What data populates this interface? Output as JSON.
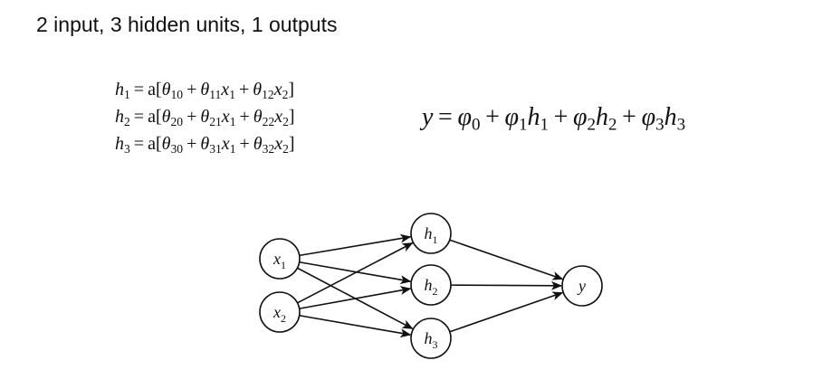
{
  "title": "2 input, 3 hidden units, 1 outputs",
  "hidden_equations": [
    {
      "lhs_var": "h",
      "lhs_sub": "1",
      "fn": "a",
      "terms": [
        {
          "coef": "θ",
          "coef_sub": "10"
        },
        {
          "coef": "θ",
          "coef_sub": "11",
          "var": "x",
          "var_sub": "1"
        },
        {
          "coef": "θ",
          "coef_sub": "12",
          "var": "x",
          "var_sub": "2"
        }
      ]
    },
    {
      "lhs_var": "h",
      "lhs_sub": "2",
      "fn": "a",
      "terms": [
        {
          "coef": "θ",
          "coef_sub": "20"
        },
        {
          "coef": "θ",
          "coef_sub": "21",
          "var": "x",
          "var_sub": "1"
        },
        {
          "coef": "θ",
          "coef_sub": "22",
          "var": "x",
          "var_sub": "2"
        }
      ]
    },
    {
      "lhs_var": "h",
      "lhs_sub": "3",
      "fn": "a",
      "terms": [
        {
          "coef": "θ",
          "coef_sub": "30"
        },
        {
          "coef": "θ",
          "coef_sub": "31",
          "var": "x",
          "var_sub": "1"
        },
        {
          "coef": "θ",
          "coef_sub": "32",
          "var": "x",
          "var_sub": "2"
        }
      ]
    }
  ],
  "output_equation": {
    "lhs": "y",
    "terms": [
      {
        "coef": "φ",
        "coef_sub": "0"
      },
      {
        "coef": "φ",
        "coef_sub": "1",
        "var": "h",
        "var_sub": "1"
      },
      {
        "coef": "φ",
        "coef_sub": "2",
        "var": "h",
        "var_sub": "2"
      },
      {
        "coef": "φ",
        "coef_sub": "3",
        "var": "h",
        "var_sub": "3"
      }
    ]
  },
  "network": {
    "input_nodes": [
      {
        "var": "x",
        "sub": "1"
      },
      {
        "var": "x",
        "sub": "2"
      }
    ],
    "hidden_nodes": [
      {
        "var": "h",
        "sub": "1"
      },
      {
        "var": "h",
        "sub": "2"
      },
      {
        "var": "h",
        "sub": "3"
      }
    ],
    "output_nodes": [
      {
        "var": "y",
        "sub": ""
      }
    ]
  },
  "colors": {
    "stroke": "#111111",
    "text": "#111111",
    "background": "#ffffff"
  }
}
